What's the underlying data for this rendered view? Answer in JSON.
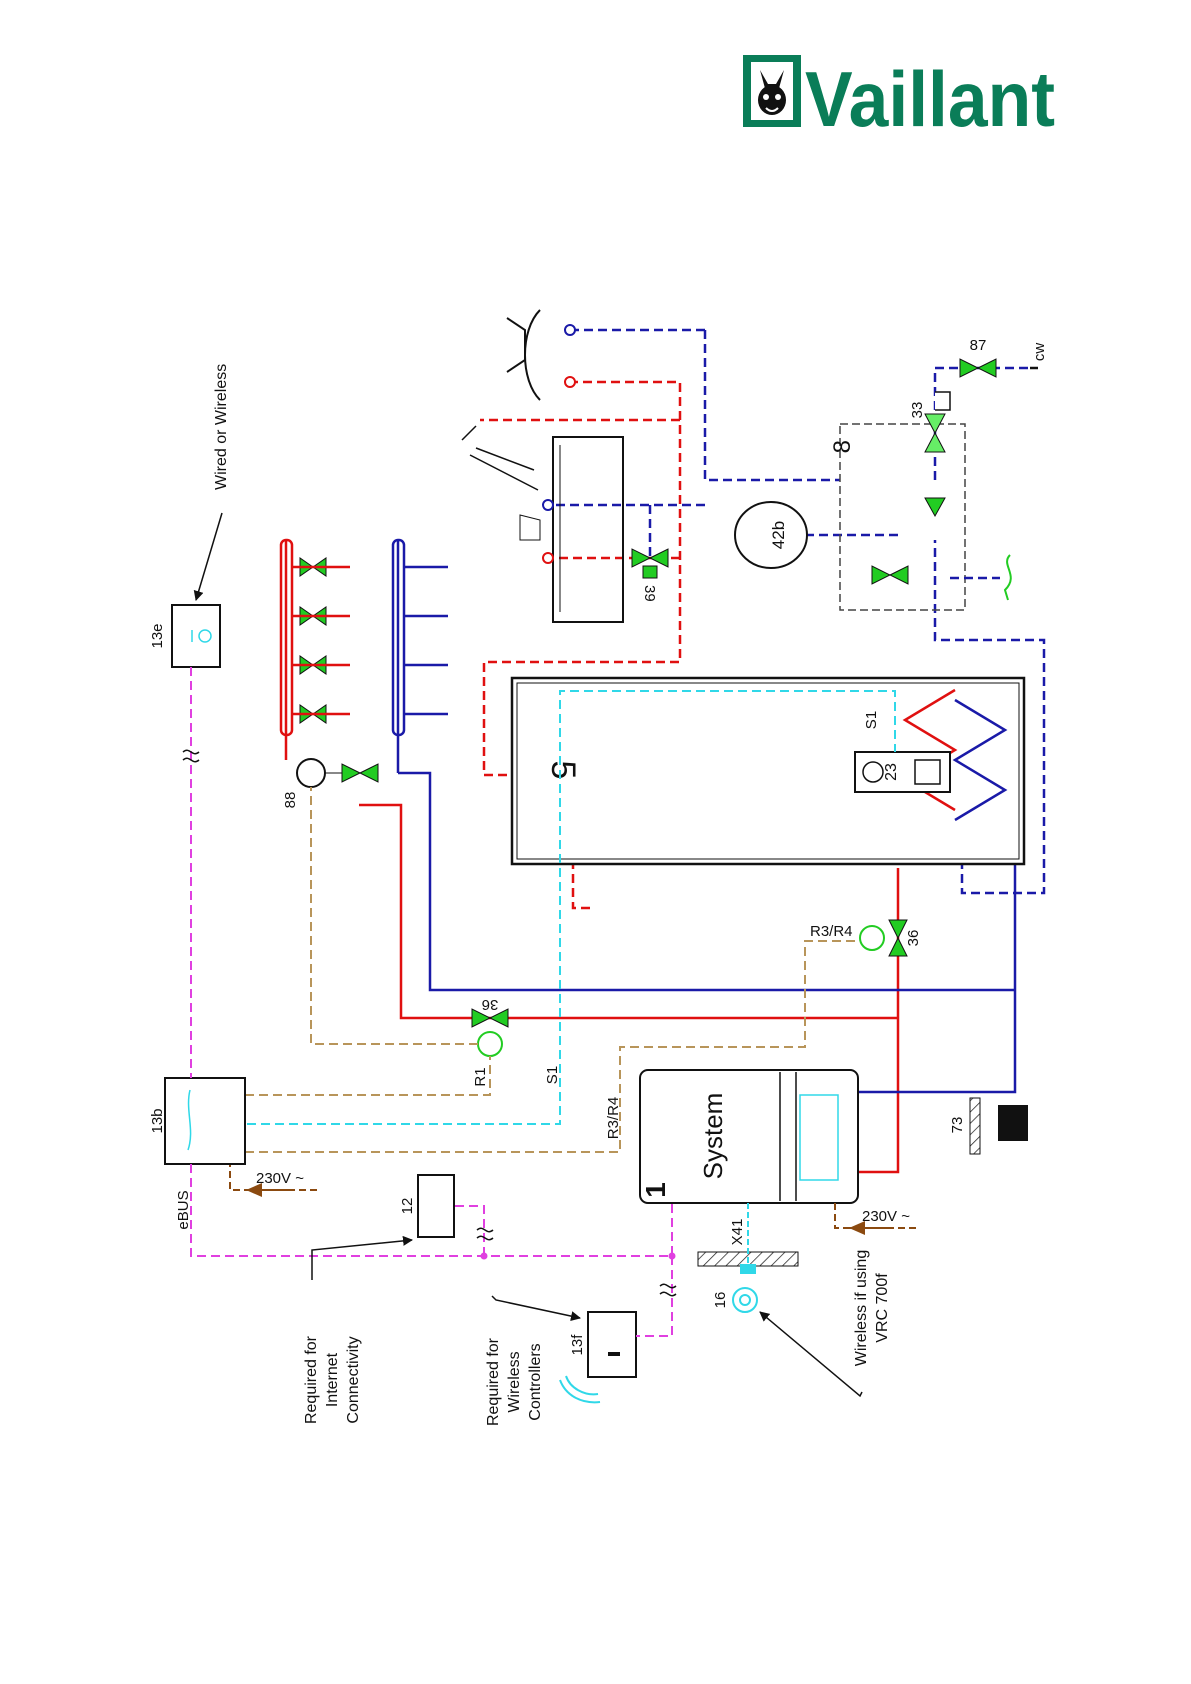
{
  "brand": {
    "name": "Vaillant",
    "color": "#0a7d58"
  },
  "colors": {
    "flow": "#e01010",
    "return": "#1a1aa8",
    "sensor": "#30d8e8",
    "ebus": "#e040e0",
    "signal": "#b8955a",
    "power": "#8b4a10",
    "valve": "#22cc22"
  },
  "labels": {
    "boiler_number": "1",
    "boiler_name": "System",
    "cylinder_number": "5",
    "unvented_kit": "8",
    "expansion_vessel": "42b",
    "controller_13b": "13b",
    "controller_13e": "13e",
    "receiver_13f": "13f",
    "gateway_12": "12",
    "antenna_16": "16",
    "pump_88": "88",
    "thermostat_23": "23",
    "sensor_s1_cyl": "S1",
    "sensor_s1_wire": "S1",
    "zone_valve_r1": "R1",
    "zone_valve_ch": "36",
    "zone_valve_hw": "36",
    "relay_r3r4_top": "R3/R4",
    "relay_r3r4_wire": "R3/R4",
    "filter_73": "73",
    "tmv_39": "39",
    "valve_87": "87",
    "valve_33": "33",
    "cold_water": "cw",
    "x41": "X41",
    "ebus": "eBUS",
    "power_a": "230V ~",
    "power_b": "230V ~",
    "wired_or_wireless": "Wired or Wireless",
    "internet": [
      "Required for",
      "Internet",
      "Connectivity"
    ],
    "wireless_ctrl": [
      "Required for",
      "Wireless",
      "Controllers"
    ],
    "vrc": [
      "Wireless if using",
      "VRC 700f"
    ]
  }
}
